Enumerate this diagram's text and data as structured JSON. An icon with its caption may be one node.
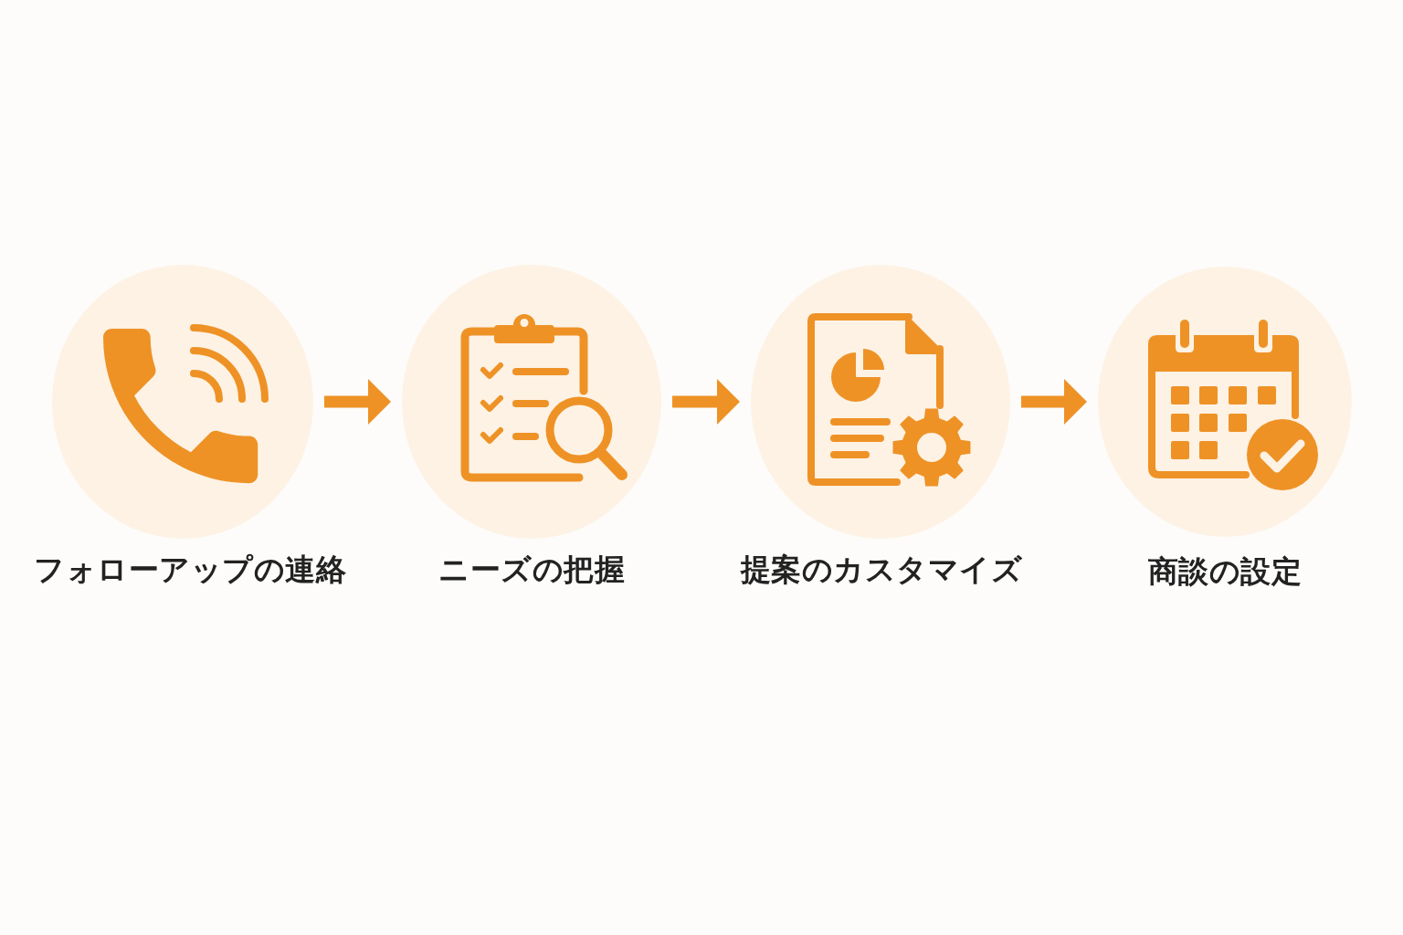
{
  "diagram": {
    "nodes": [
      {
        "text": [
          "フォローアップの連絡"
        ]
      },
      {
        "text": [
          "ニーズの把握"
        ]
      },
      {
        "text": [
          "提案のカスタマイズ"
        ]
      },
      {
        "text": [
          "商談の設定"
        ]
      }
    ],
    "edges": [
      {
        "from": 0,
        "to": 1,
        "arrow": "to"
      },
      {
        "from": 1,
        "to": 2,
        "arrow": "to"
      },
      {
        "from": 2,
        "to": 3,
        "arrow": "to"
      }
    ]
  }
}
